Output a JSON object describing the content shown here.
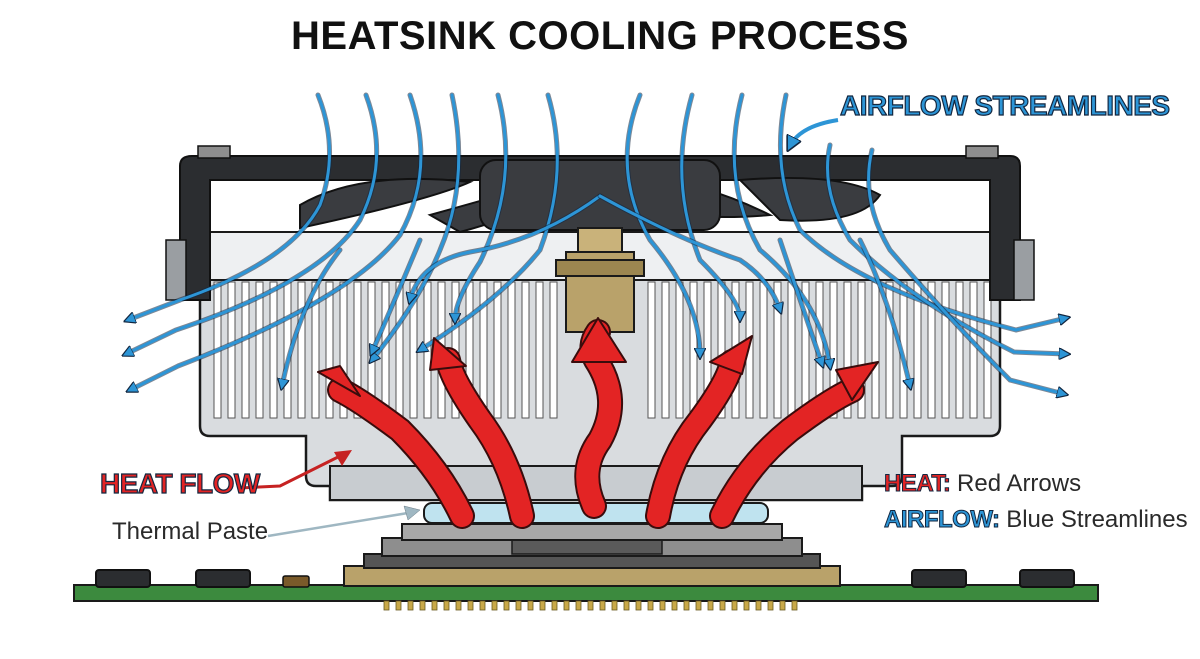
{
  "title": "HEATSINK COOLING PROCESS",
  "callouts": {
    "airflow": "AIRFLOW STREAMLINES",
    "heat": "HEAT FLOW",
    "paste": "Thermal Paste"
  },
  "legend": {
    "heat_key": "HEAT:",
    "heat_desc": " Red Arrows",
    "air_key": "AIRFLOW:",
    "air_desc": " Blue Streamlines"
  },
  "colors": {
    "heat": "#e32424",
    "airflow": "#2d95d6",
    "heatsink": "#d9dcdf",
    "fan_frame": "#2b2d30",
    "pcb": "#3c8a3e",
    "cpu_lid": "#8e8e8e",
    "paste": "#bfe3ef",
    "hub": "#b9a26a"
  },
  "icons": {
    "fan": "fan-blade-icon",
    "heat_arrow": "red-arrow-icon",
    "airflow_arrow": "blue-streamline-icon"
  }
}
